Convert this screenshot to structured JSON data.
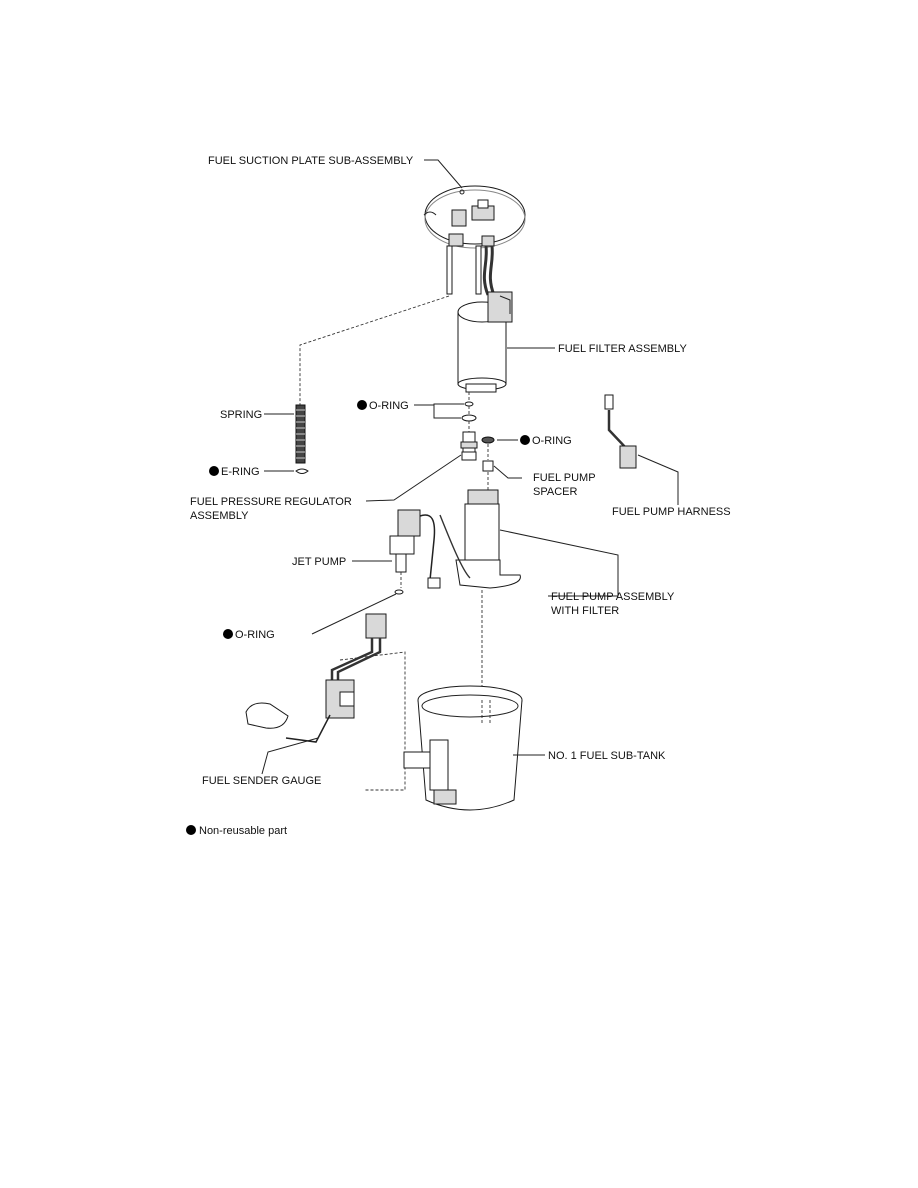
{
  "labels": {
    "fuel_suction_plate": "FUEL SUCTION PLATE SUB-ASSEMBLY",
    "fuel_filter": "FUEL FILTER ASSEMBLY",
    "spring": "SPRING",
    "o_ring_upper": "O-RING",
    "o_ring_right": "O-RING",
    "e_ring": "E-RING",
    "fuel_pump_spacer_1": "FUEL PUMP",
    "fuel_pump_spacer_2": "SPACER",
    "fuel_pump_harness": "FUEL PUMP HARNESS",
    "fuel_pressure_regulator_1": "FUEL PRESSURE REGULATOR",
    "fuel_pressure_regulator_2": "ASSEMBLY",
    "jet_pump": "JET PUMP",
    "fuel_pump_assembly_1": "FUEL PUMP ASSEMBLY",
    "fuel_pump_assembly_2": "WITH FILTER",
    "o_ring_lower": "O-RING",
    "fuel_sender_gauge": "FUEL SENDER GAUGE",
    "fuel_sub_tank": "NO. 1 FUEL SUB-TANK"
  },
  "legend": {
    "non_reusable": "Non-reusable part"
  }
}
